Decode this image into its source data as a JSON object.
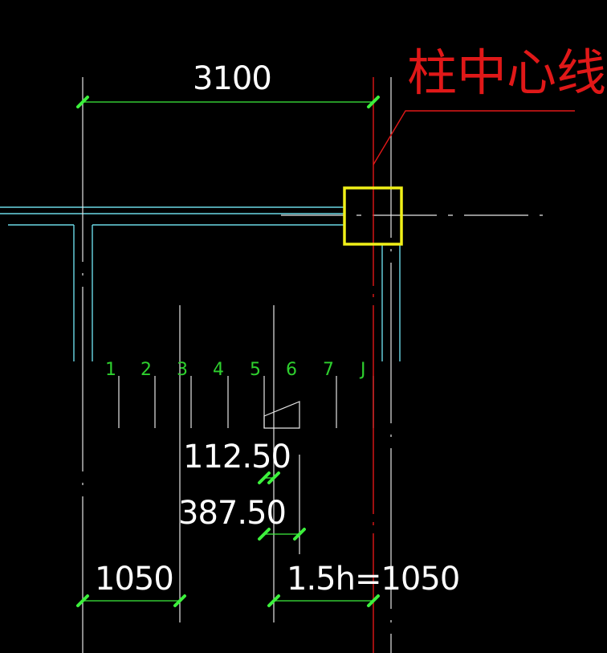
{
  "colors": {
    "background": "#000000",
    "dimension_lines": "#3cf03c",
    "wall_lines": "#6ad8e6",
    "axis_lines": "#e6e6e6",
    "center_line": "#e01818",
    "highlight_box": "#f0f018",
    "text": "#ffffff",
    "rebar_numbers": "#2ed02e"
  },
  "label": {
    "column_center_line": "柱中心线"
  },
  "dimensions": {
    "top": "3100",
    "value_a": "112.50",
    "value_b": "387.50",
    "bottom_left": "1050",
    "bottom_right": "1.5h=1050"
  },
  "rebar_labels": [
    "1",
    "2",
    "3",
    "4",
    "5",
    "6",
    "7",
    "J"
  ]
}
